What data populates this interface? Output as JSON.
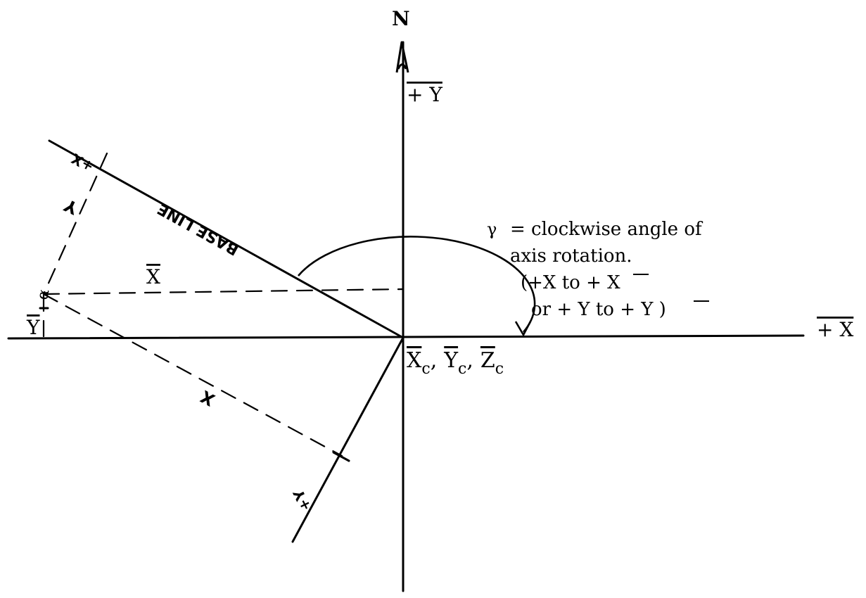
{
  "labels": {
    "north": "N",
    "plus_ybar": "+ Y",
    "plus_xbar": "+ X",
    "xbar": "X",
    "ybar": "Y",
    "point": "α",
    "base_line": "BASE LINE",
    "plus_x": "+X",
    "plus_y": "+Y",
    "y_dist": "Y",
    "x_dist": "X"
  },
  "origin_labels": {
    "xc": "X",
    "yc": "Y",
    "zc": "Z",
    "sub": "c",
    "sep": ","
  },
  "gamma": {
    "symbol": "γ",
    "line1": "= clockwise angle of",
    "line2": "axis rotation.",
    "line3": "(+X to + X",
    "line4": "or + Y to + Y )"
  }
}
